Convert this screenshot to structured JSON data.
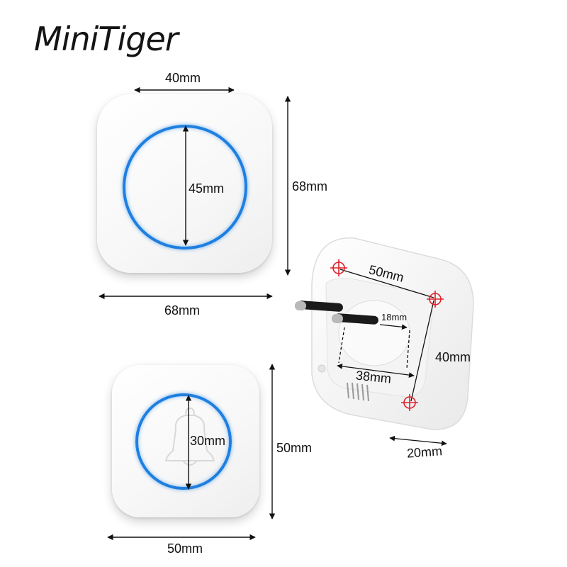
{
  "brand": {
    "name": "MiniTiger"
  },
  "large_button": {
    "width_label": "68mm",
    "height_label": "68mm",
    "top_label": "40mm",
    "ring_label": "45mm"
  },
  "small_button": {
    "width_label": "50mm",
    "height_label": "50mm",
    "bell_label": "30mm",
    "icon": "bell-icon"
  },
  "receiver": {
    "top_label": "50mm",
    "side_label": "40mm",
    "plug_label": "18mm",
    "bottom_label": "38mm",
    "depth_label": "20mm"
  },
  "colors": {
    "ring": "#1e7fe0",
    "marker": "#e0202a"
  }
}
